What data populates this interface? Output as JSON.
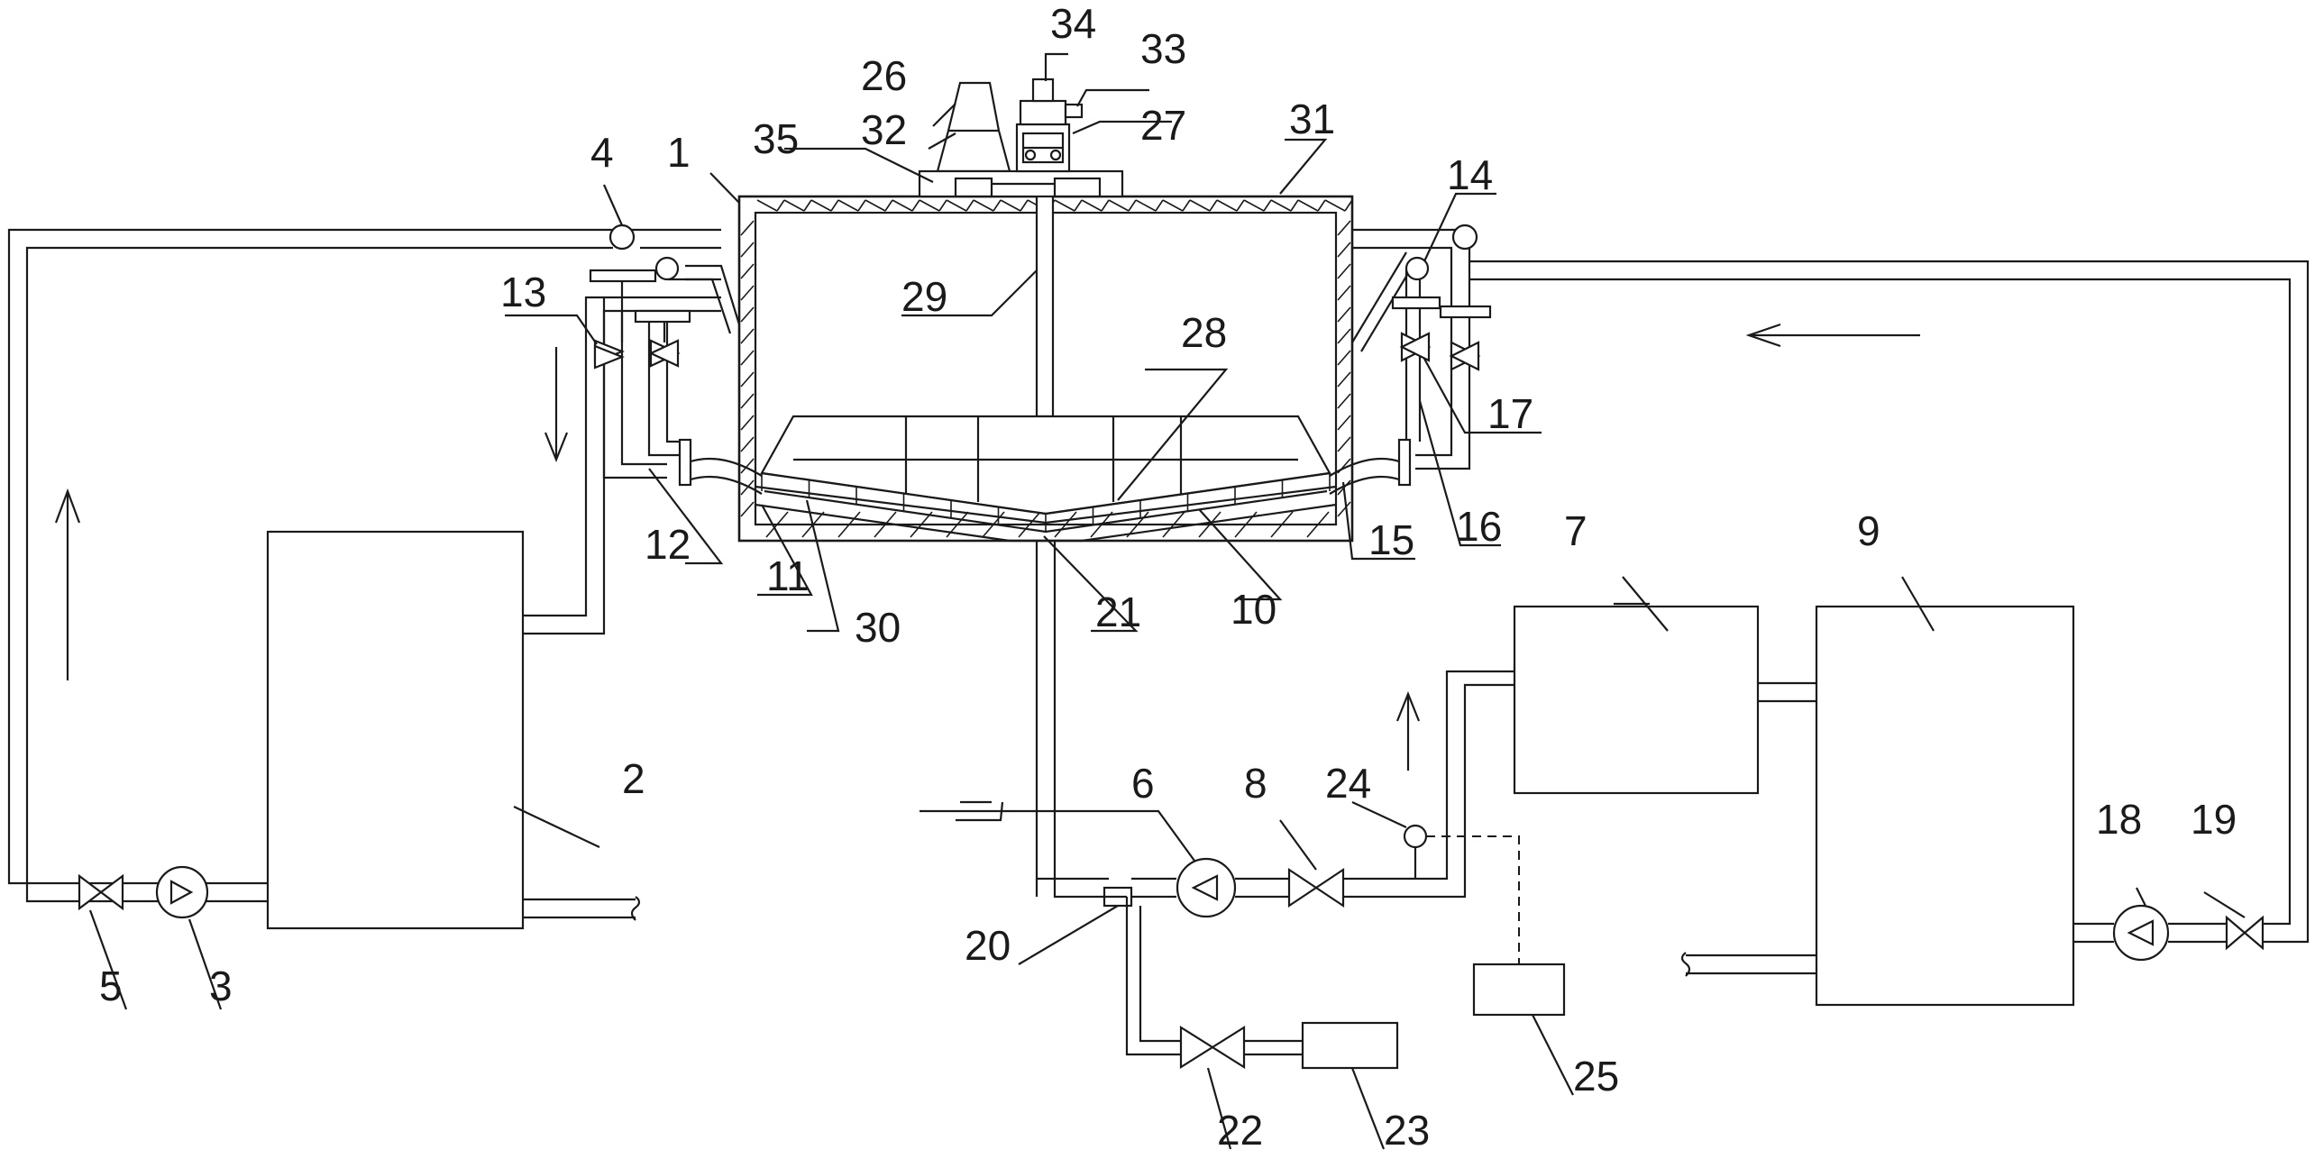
{
  "labels": {
    "l1": "1",
    "l2": "2",
    "l3": "3",
    "l4": "4",
    "l5": "5",
    "l6": "6",
    "l7": "7",
    "l8": "8",
    "l9": "9",
    "l10": "10",
    "l11": "11",
    "l12": "12",
    "l13": "13",
    "l14": "14",
    "l15": "15",
    "l16": "16",
    "l17": "17",
    "l18": "18",
    "l19": "19",
    "l20": "20",
    "l21": "21",
    "l22": "22",
    "l23": "23",
    "l24": "24",
    "l25": "25",
    "l26": "26",
    "l27": "27",
    "l28": "28",
    "l29": "29",
    "l30": "30",
    "l31": "31",
    "l32": "32",
    "l33": "33",
    "l34": "34",
    "l35": "35"
  }
}
